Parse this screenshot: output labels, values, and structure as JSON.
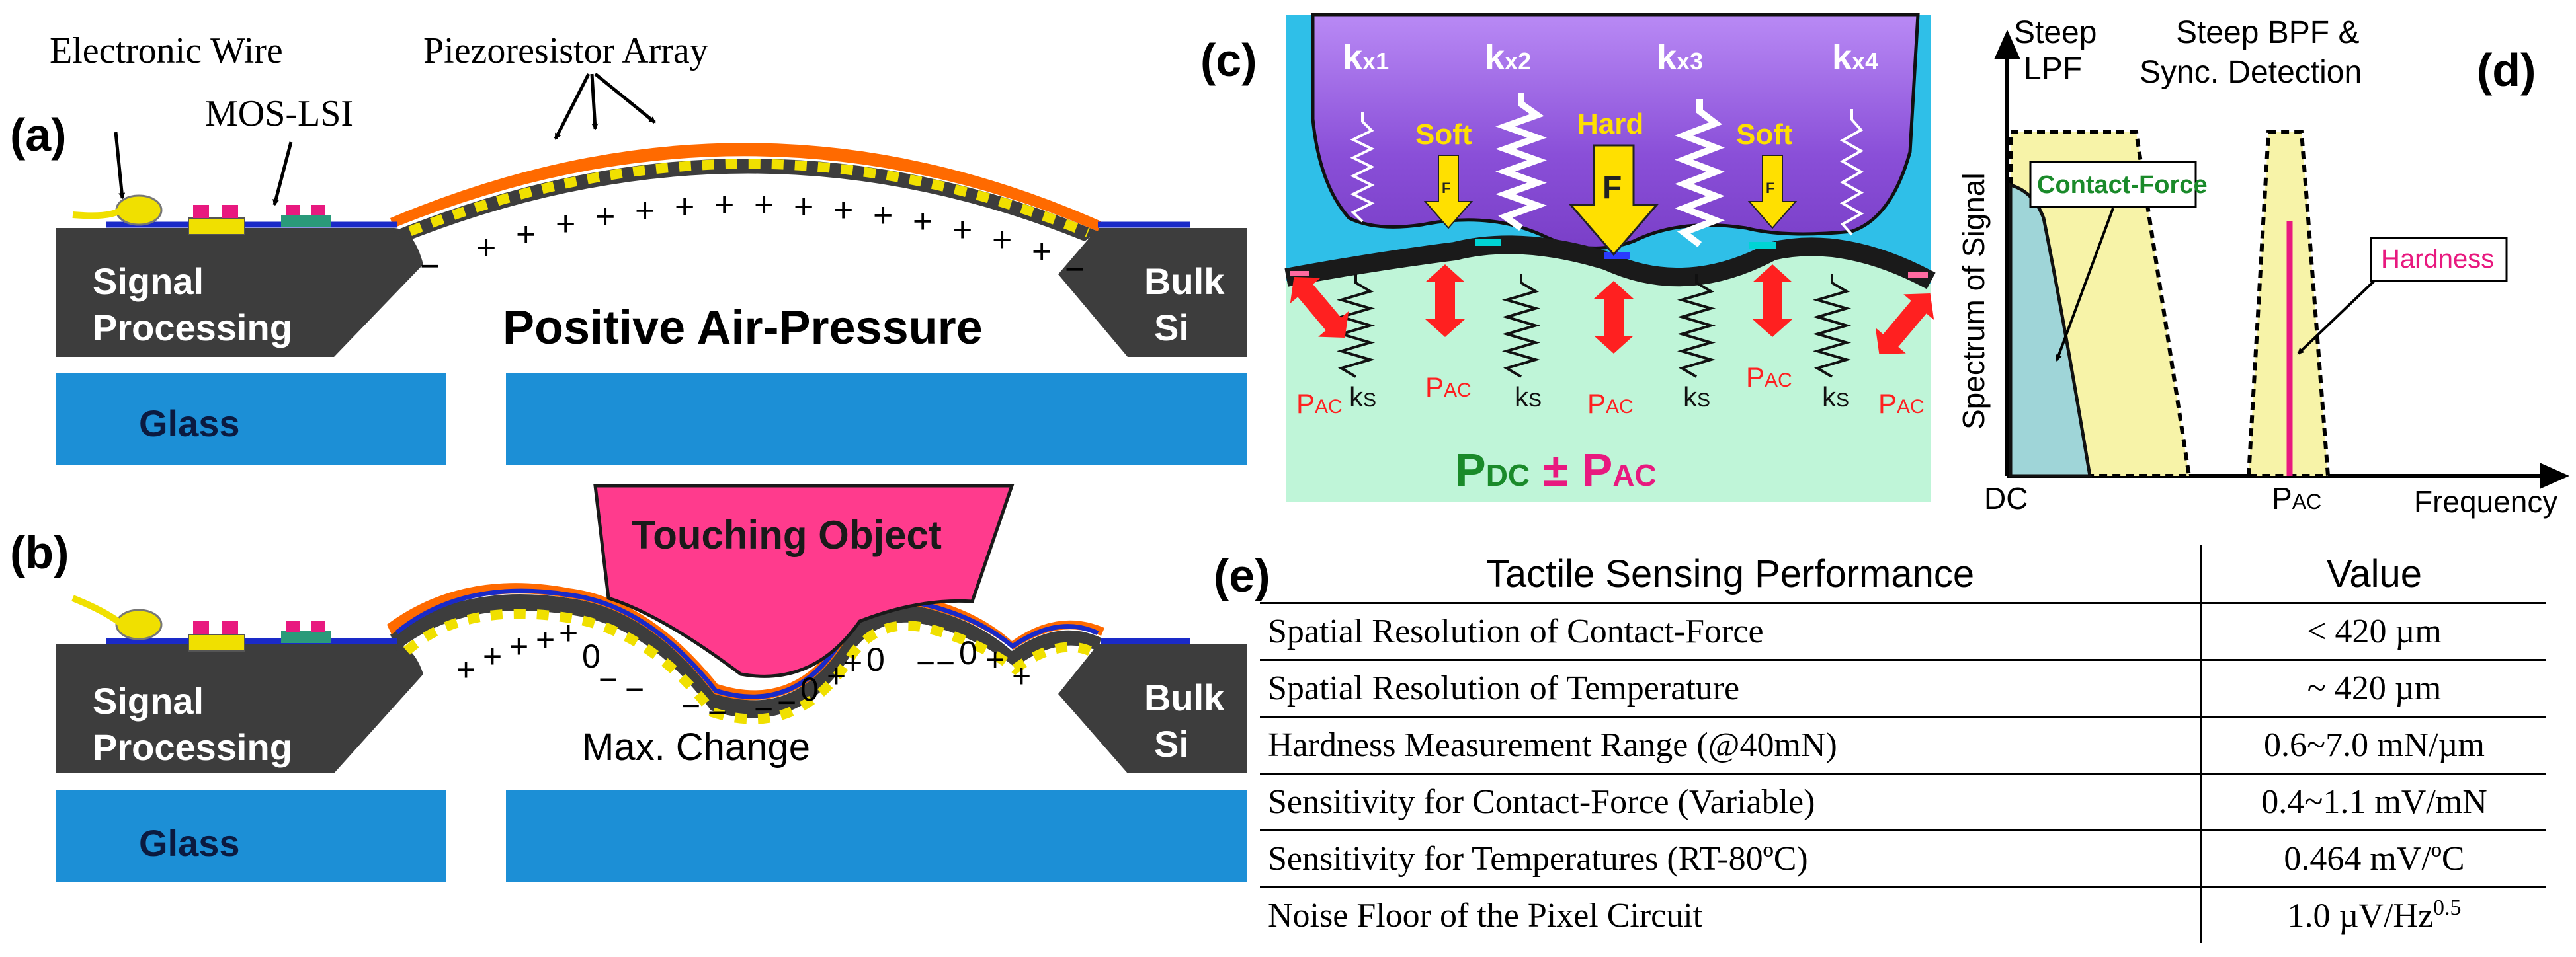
{
  "panel_labels": {
    "a": "(a)",
    "b": "(b)",
    "c": "(c)",
    "d": "(d)",
    "e": "(e)"
  },
  "panel_a": {
    "electronic_wire": "Electronic Wire",
    "piezoresistor_array": "Piezoresistor Array",
    "mos_lsi": "MOS-LSI",
    "signal_processing_1": "Signal",
    "signal_processing_2": "Processing",
    "pressure": "Positive Air-Pressure",
    "bulk_si_1": "Bulk",
    "bulk_si_2": "Si",
    "glass": "Glass",
    "plus": "+",
    "minus": "−"
  },
  "panel_b": {
    "touching_object": "Touching Object",
    "signal_processing_1": "Signal",
    "signal_processing_2": "Processing",
    "max_change": "Max. Change",
    "bulk_si_1": "Bulk",
    "bulk_si_2": "Si",
    "glass": "Glass",
    "zero": "0",
    "plus": "+",
    "minus": "−"
  },
  "panel_c": {
    "kx": [
      "k",
      "k",
      "k",
      "k"
    ],
    "kx_sub": [
      "x1",
      "x2",
      "x3",
      "x4"
    ],
    "soft_left": "Soft",
    "hard": "Hard",
    "soft_right": "Soft",
    "force": "F",
    "ks": "k",
    "ks_sub": "S",
    "pac": "P",
    "pac_sub": "AC",
    "pdc_p": "P",
    "pdc_sub": "DC",
    "pm": "±",
    "pac_bottom_p": "P",
    "pac_bottom_sub": "AC"
  },
  "panel_d": {
    "steep_lpf_1": "Steep",
    "steep_lpf_2": "LPF",
    "steep_bpf_1": "Steep BPF &",
    "steep_bpf_2": "Sync. Detection",
    "ylabel": "Spectrum of Signal",
    "xlabel": "Frequency",
    "dc": "DC",
    "pac_p": "P",
    "pac_sub": "AC",
    "contact_force": "Contact-Force",
    "hardness": "Hardness"
  },
  "panel_e": {
    "headers": [
      "Tactile Sensing Performance",
      "Value"
    ],
    "rows": [
      {
        "label": "Spatial Resolution of Contact-Force",
        "value": "< 420  µm"
      },
      {
        "label": "Spatial Resolution of Temperature",
        "value": "~ 420  µm"
      },
      {
        "label": "Hardness Measurement Range (@40mN)",
        "value": "0.6~7.0 mN/µm"
      },
      {
        "label": "Sensitivity for Contact-Force (Variable)",
        "value": "0.4~1.1 mV/mN"
      },
      {
        "label": "Sensitivity for Temperatures (RT-80ºC)",
        "value": "0.464  mV/ºC"
      },
      {
        "label": "Noise Floor of the Pixel Circuit",
        "value": "1.0  µV/Hz",
        "sup": "0.5"
      }
    ]
  },
  "colors": {
    "substrate": "#3d3d3d",
    "glass": "#1c8fd6",
    "diaphragm": "#ff6a00",
    "piezo": "#f0e000",
    "touching_object": "#ff3b8d",
    "panel_c_bg": "#2fbfe8",
    "panel_c_object": "#8a4fd8",
    "panel_c_fluid": "#bff5d8",
    "arrow_red": "#ff2020",
    "arrow_yellow": "#ffe000",
    "lpf_fill": "#f7f3a8",
    "contact_fill": "#9fd5d8",
    "hardness_line": "#e8197f"
  }
}
